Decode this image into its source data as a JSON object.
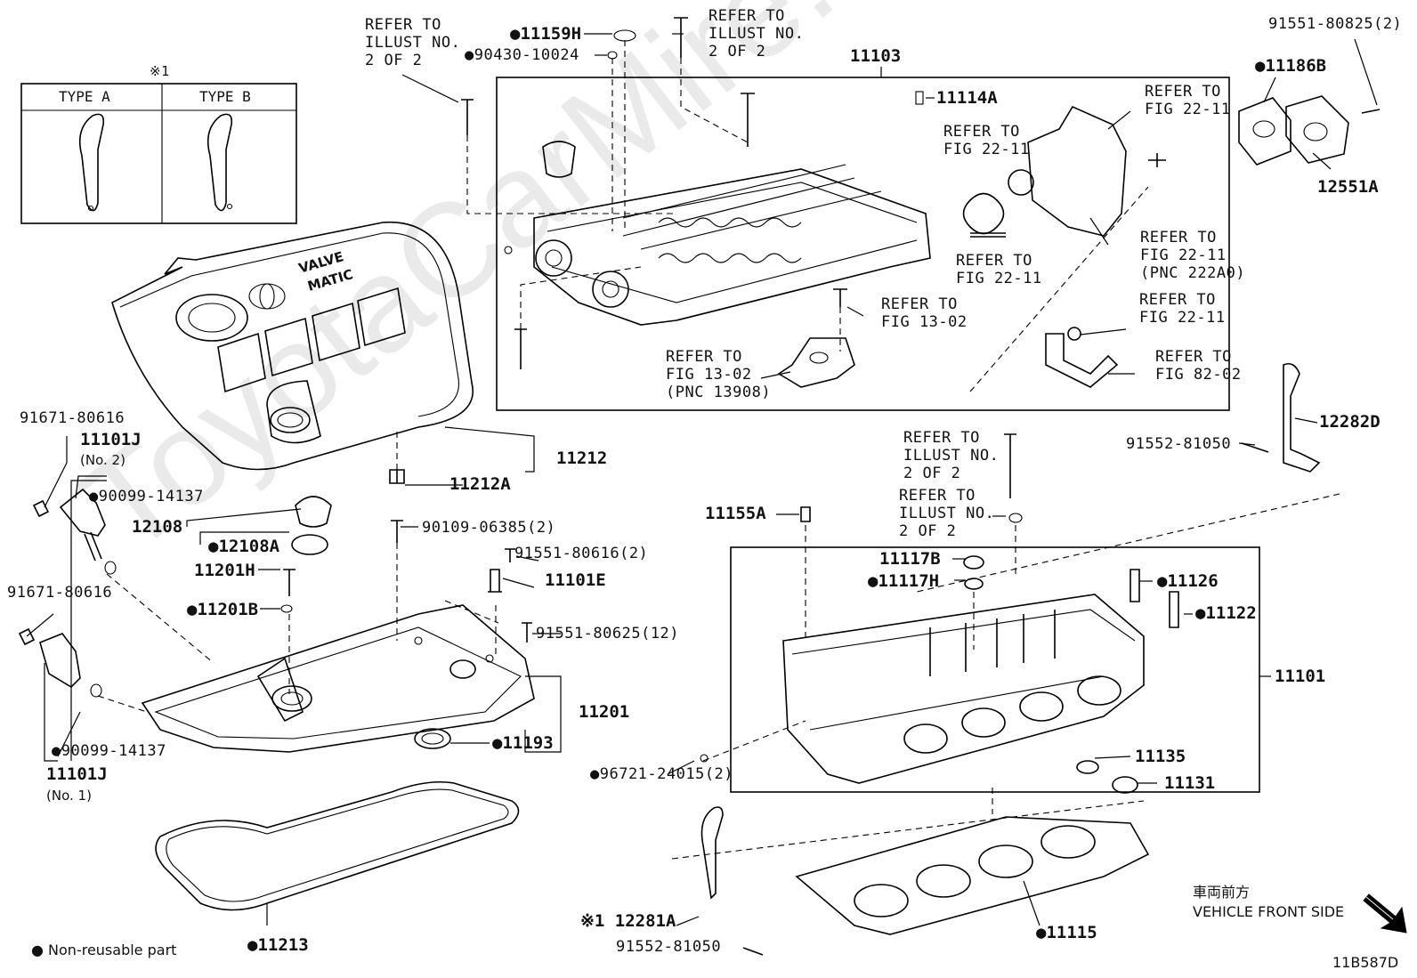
{
  "watermark": "ToyotaCarMire.ru",
  "type_table": {
    "note_mark": "※1",
    "type_a": "TYPE A",
    "type_b": "TYPE B"
  },
  "cover": {
    "badge_line1": "VALVE",
    "badge_line2": "MATIC"
  },
  "refer": {
    "illust_no_2of2": "REFER TO\nILLUST NO.\n2 OF 2",
    "fig_22_11": "REFER TO\nFIG 22-11",
    "fig_22_11_pnc": "REFER TO\nFIG 22-11\n(PNC 222A0)",
    "fig_13_02": "REFER TO\nFIG 13-02",
    "fig_13_02_pnc": "REFER TO\nFIG 13-02\n(PNC 13908)",
    "fig_82_02": "REFER TO\nFIG 82-02"
  },
  "parts": {
    "p11103": "11103",
    "p11159H": "●11159H",
    "p90430": "●90430-10024",
    "p11114A": "11114A",
    "p91551_80825": "91551-80825(2)",
    "p11186B": "●11186B",
    "p12551A": "12551A",
    "p91671_a": "91671-80616",
    "p11101J_2": "11101J",
    "p11101J_2_no": "(No. 2)",
    "p90099_a": "●90099-14137",
    "p12108": "12108",
    "p12108A": "●12108A",
    "p11201H": "11201H",
    "p11201B": "●11201B",
    "p91671_b": "91671-80616",
    "p90099_b": "●90099-14137",
    "p11101J_1": "11101J",
    "p11101J_1_no": "(No. 1)",
    "p11212": "11212",
    "p11212A": "11212A",
    "p90109": "90109-06385(2)",
    "p91551_80616": "91551-80616(2)",
    "p11101E": "11101E",
    "p91551_80625": "91551-80625(12)",
    "p11201": "11201",
    "p11193": "●11193",
    "p11213": "●11213",
    "p12282D": "12282D",
    "p91552_a": "91552-81050",
    "p11155A": "11155A",
    "p11117B": "11117B",
    "p11117H": "●11117H",
    "p11126": "●11126",
    "p11122": "●11122",
    "p11101": "11101",
    "p96721": "●96721-24015(2)",
    "p11135": "11135",
    "p11131": "11131",
    "p12281A": "※1 12281A",
    "p91552_b": "91552-81050",
    "p11115": "●11115"
  },
  "legend": {
    "non_reusable": "● Non-reusable part",
    "front_jp": "車両前方",
    "front_en": "VEHICLE FRONT SIDE",
    "diagram_id": "11B587D"
  }
}
